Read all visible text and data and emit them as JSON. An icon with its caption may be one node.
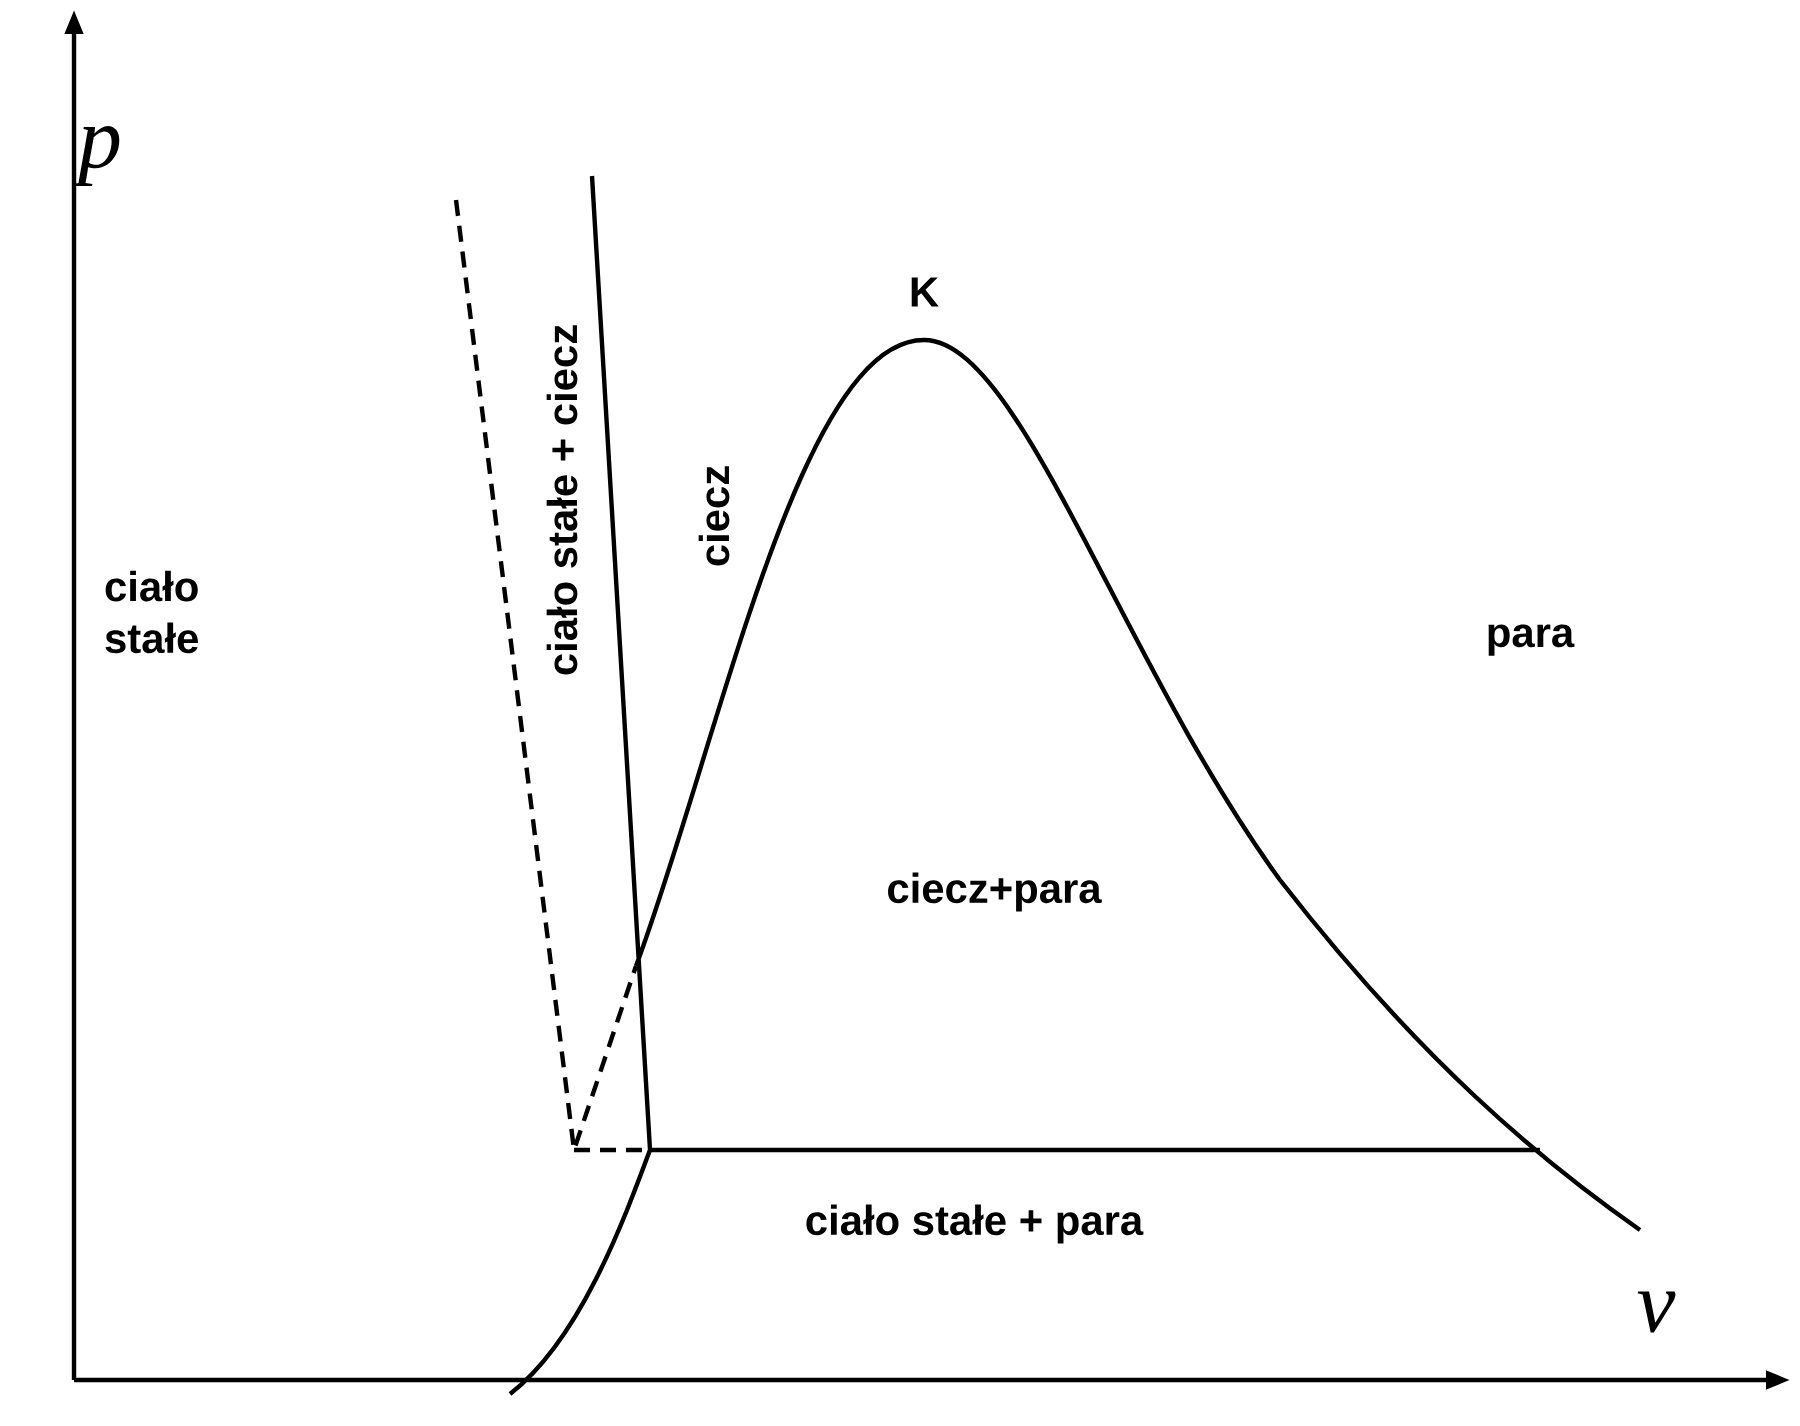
{
  "diagram": {
    "labels": [
      "p",
      "ciało stałe + ciecz",
      "K",
      "ciecz",
      "ciało stałe",
      "para",
      "ciecz+para",
      "ciało stałe + para",
      "v"
    ]
  }
}
